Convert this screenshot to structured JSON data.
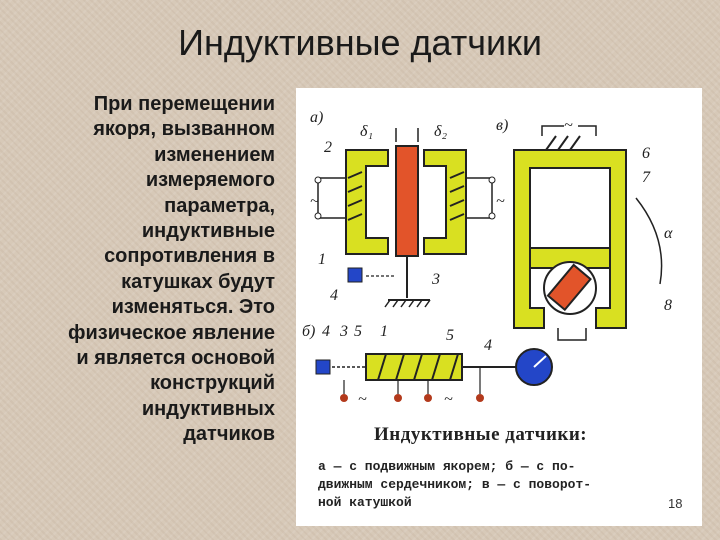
{
  "slide": {
    "title": "Индуктивные датчики",
    "body_lines": [
      "При перемещении",
      "якоря, вызванном",
      "изменением",
      "измеряемого",
      "параметра,",
      "индуктивные",
      "сопротивления в",
      "катушках будут",
      "изменяться. Это",
      "физическое явление",
      "и является основой",
      "конструкций",
      "индуктивных",
      "датчиков"
    ],
    "page_number": "18"
  },
  "figure": {
    "labels": {
      "a": "а)",
      "b": "б)",
      "v": "в)",
      "d1": "δ₁",
      "d2": "δ₂",
      "n2": "2",
      "n1": "1",
      "n3": "3",
      "n4": "4",
      "n6": "6",
      "n7": "7",
      "n8": "8",
      "alpha": "α",
      "b4": "4",
      "b3": "3",
      "b5": "5",
      "b1": "1",
      "b5b": "5",
      "b4b": "4",
      "tilde1": "~",
      "tilde2": "~",
      "tilde3": "~",
      "tilde4": "~",
      "tilde5": "~"
    },
    "caption_title": "Индуктивные датчики:",
    "caption_lines": [
      "а — с подвижным якорем; б — с по-",
      "движным сердечником; в — с поворот-",
      "ной катушкой"
    ],
    "colors": {
      "core": "#d9e021",
      "armature": "#e2542a",
      "magnet": "#2346c8",
      "terminal": "#b33a1c",
      "line": "#222222"
    }
  }
}
